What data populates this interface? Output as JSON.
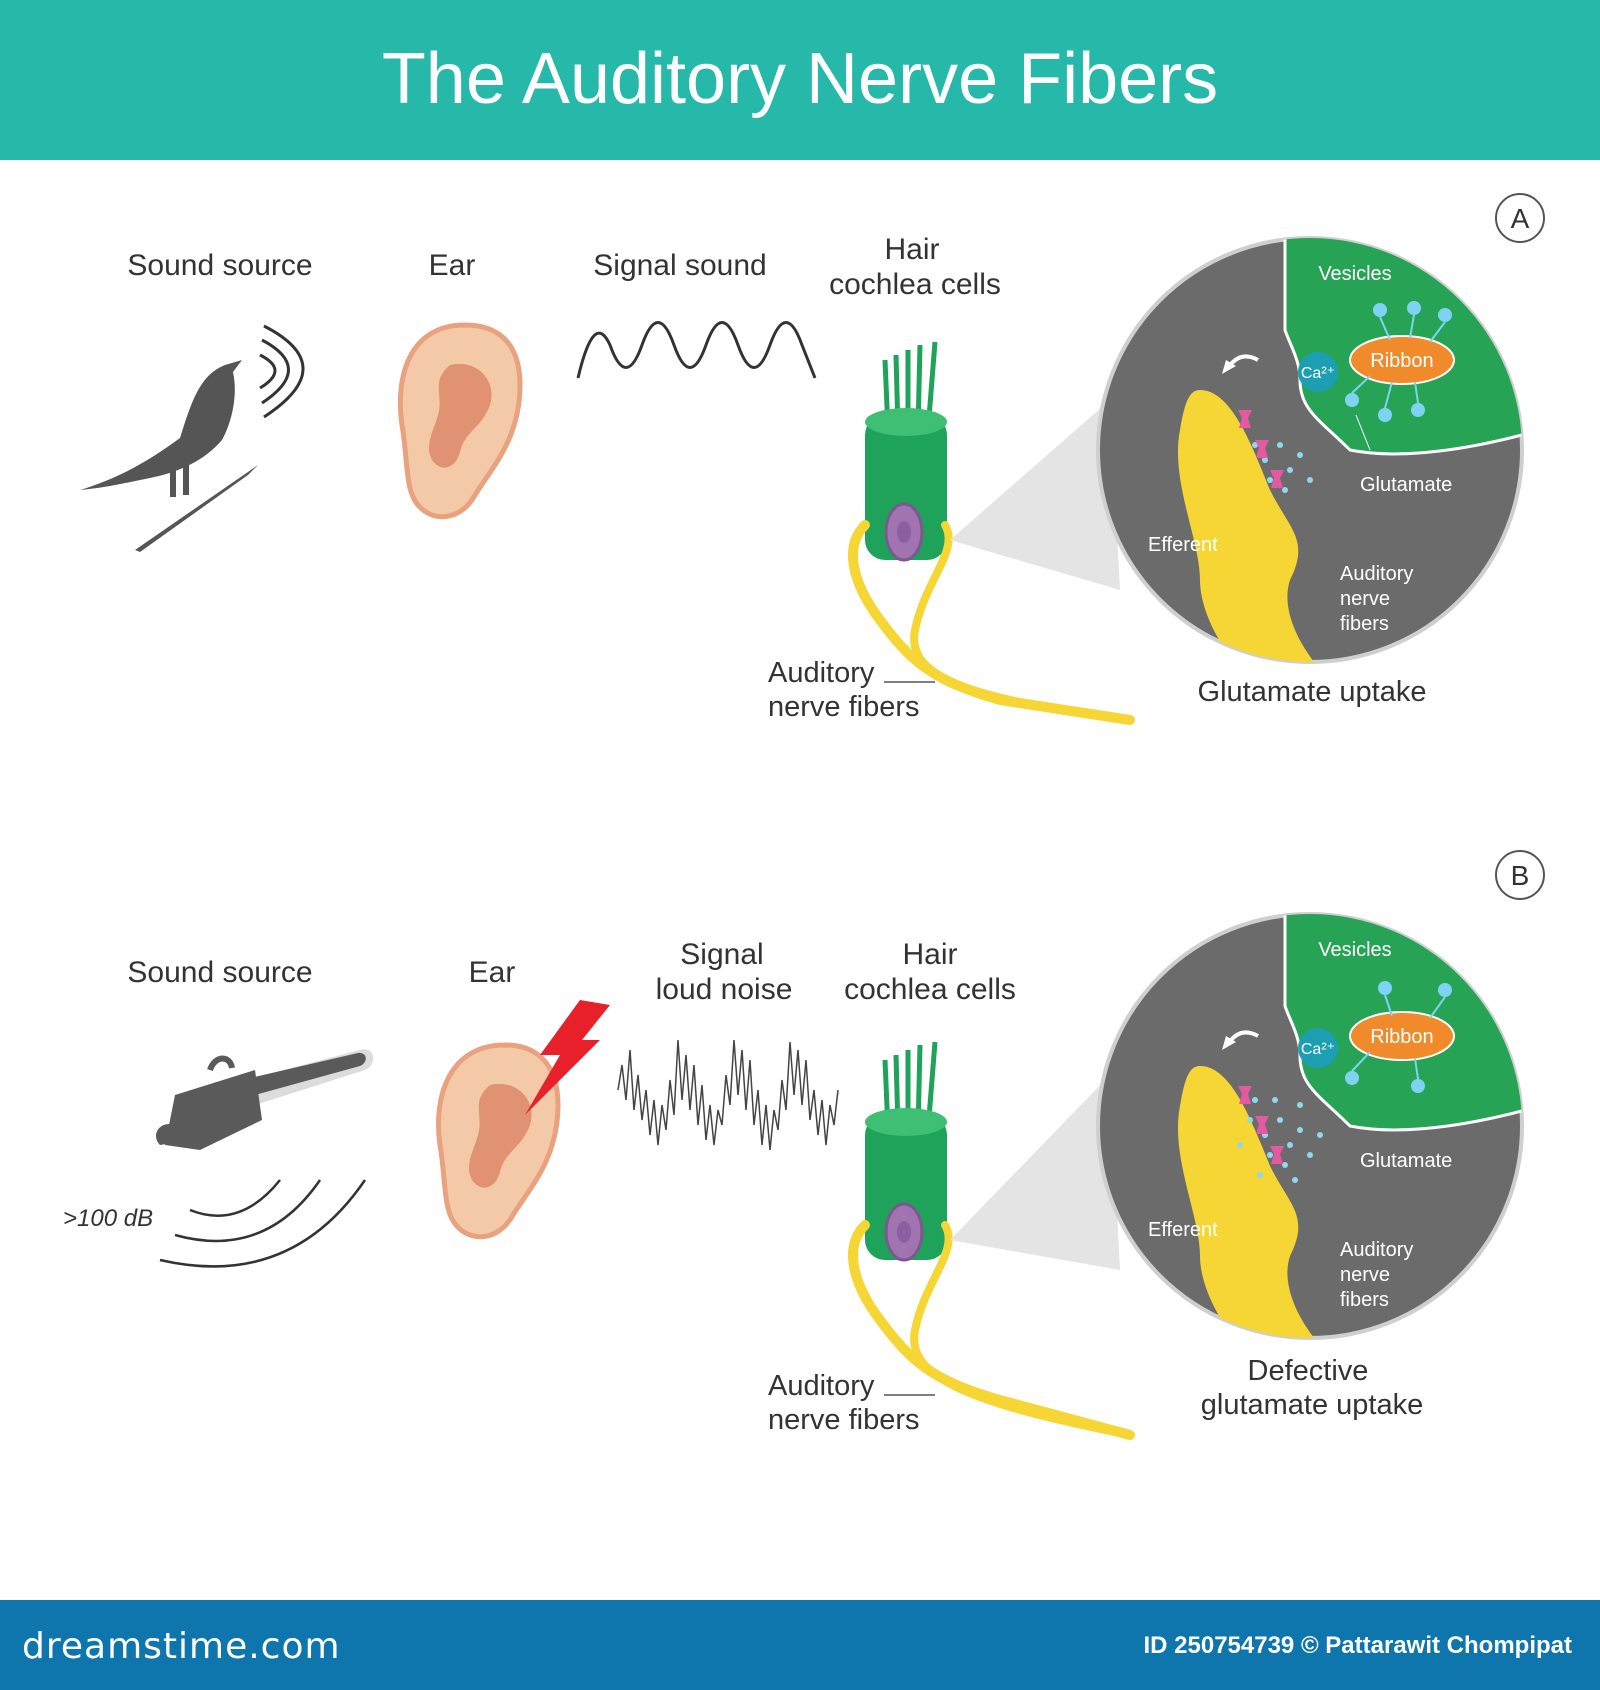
{
  "header": {
    "title": "The Auditory Nerve Fibers"
  },
  "panel_a": {
    "marker": "A",
    "sound_source": "Sound source",
    "ear": "Ear",
    "signal": "Signal sound",
    "hair_cells_line1": "Hair",
    "hair_cells_line2": "cochlea cells",
    "nerve_fibers_line1": "Auditory",
    "nerve_fibers_line2": "nerve fibers",
    "inset": {
      "vesicles": "Vesicles",
      "ribbon": "Ribbon",
      "calcium": "Ca²⁺",
      "glutamate": "Glutamate",
      "efferent": "Efferent",
      "nerve_line1": "Auditory",
      "nerve_line2": "nerve",
      "nerve_line3": "fibers"
    },
    "caption_line1": "Glutamate uptake"
  },
  "panel_b": {
    "marker": "B",
    "sound_source": "Sound source",
    "level": ">100 dB",
    "ear": "Ear",
    "signal_line1": "Signal",
    "signal_line2": "loud noise",
    "hair_cells_line1": "Hair",
    "hair_cells_line2": "cochlea cells",
    "nerve_fibers_line1": "Auditory",
    "nerve_fibers_line2": "nerve fibers",
    "inset": {
      "vesicles": "Vesicles",
      "ribbon": "Ribbon",
      "calcium": "Ca²⁺",
      "glutamate": "Glutamate",
      "efferent": "Efferent",
      "nerve_line1": "Auditory",
      "nerve_line2": "nerve",
      "nerve_line3": "fibers"
    },
    "caption_line1": "Defective",
    "caption_line2": "glutamate uptake"
  },
  "footer": {
    "brand": "dreamstime.com",
    "credit": "ID 250754739 © Pattarawit Chompipat"
  },
  "colors": {
    "header": "#26b8a9",
    "footer": "#0f75ad",
    "cell_green": "#1fa35a",
    "nerve_yellow": "#f5d634",
    "ribbon_orange": "#f08a2a",
    "inset_gray": "#6b6b6b",
    "bolt_red": "#e8202a",
    "ear_skin": "#f4c9a8"
  }
}
